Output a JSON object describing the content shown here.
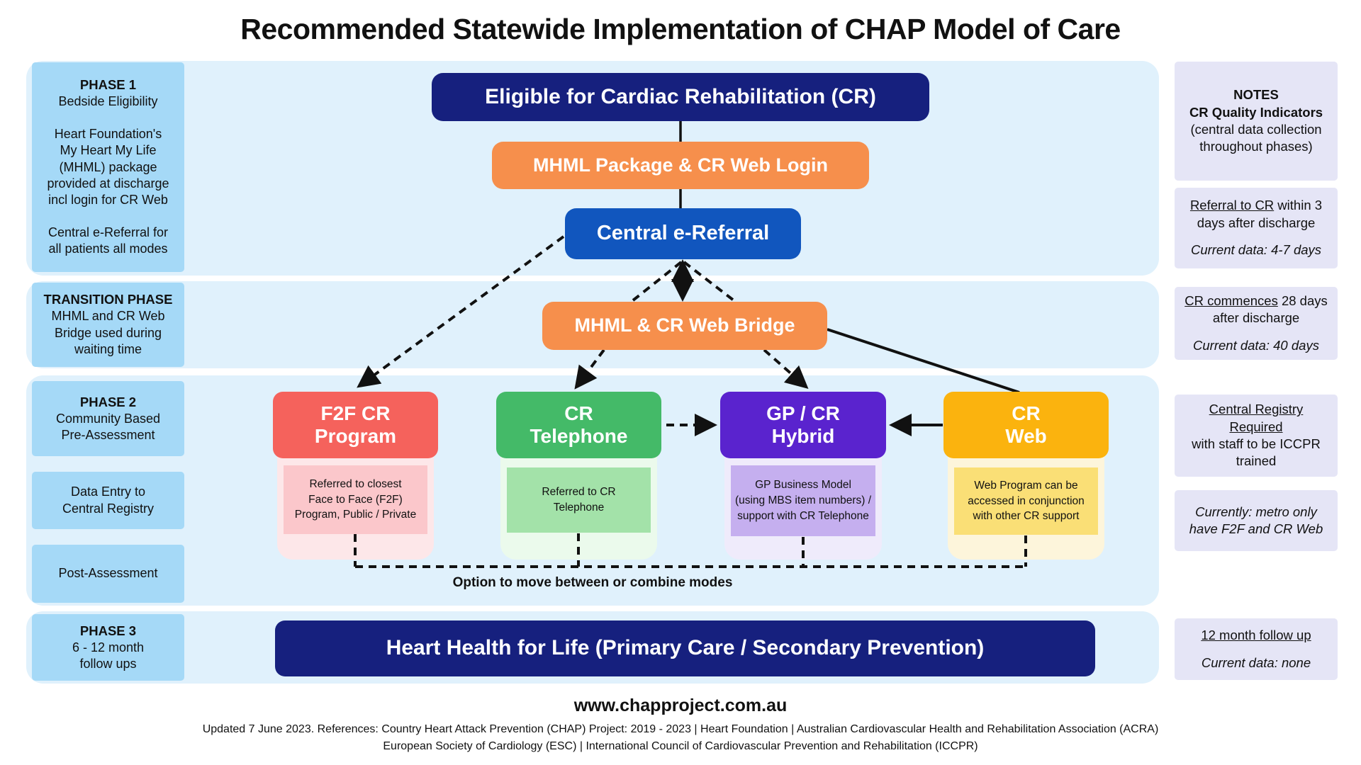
{
  "title": "Recommended Statewide Implementation of CHAP Model of Care",
  "colors": {
    "navy": "#16207E",
    "orange": "#F68F4C",
    "blue": "#1156BE",
    "red": "#F5625C",
    "green": "#44BA68",
    "purple": "#5A23CE",
    "amber": "#FBB30E",
    "band": "#E0F1FC",
    "sidebar": "#A5D9F7",
    "notesbg": "#E5E5F6",
    "pinkIn": "#FBC7CB",
    "pinkOut": "#FDE7E9",
    "greenIn": "#A3E2A9",
    "greenOut": "#EBFAEC",
    "purpleIn": "#C5AFEF",
    "purpleOut": "#EFEBFB",
    "amberIn": "#FADF76",
    "amberOut": "#FDF5DB"
  },
  "sidebar": {
    "phase1": {
      "heading": "PHASE 1",
      "line1": "Bedside Eligibility",
      "para1": "Heart Foundation's\nMy Heart My Life\n(MHML) package\nprovided at discharge\nincl login for CR Web",
      "para2": "Central e-Referral for\nall patients all modes"
    },
    "transition": {
      "heading": "TRANSITION PHASE",
      "body": "MHML and CR Web\nBridge used during\nwaiting time"
    },
    "phase2": {
      "heading": "PHASE 2",
      "body": "Community Based\nPre-Assessment"
    },
    "data_entry": {
      "body": "Data Entry to\nCentral Registry"
    },
    "post_assessment": {
      "body": "Post-Assessment"
    },
    "phase3": {
      "heading": "PHASE 3",
      "body": "6 - 12 month\nfollow ups"
    }
  },
  "flow": {
    "eligible": "Eligible for Cardiac Rehabilitation (CR)",
    "mhml_package": "MHML Package & CR Web Login",
    "central_ereferral": "Central e-Referral",
    "bridge": "MHML & CR Web Bridge",
    "modes": {
      "f2f": {
        "label": "F2F CR\nProgram",
        "detail": "Referred to closest\nFace to Face (F2F)\nProgram, Public / Private"
      },
      "telephone": {
        "label": "CR\nTelephone",
        "detail": "Referred to CR\nTelephone"
      },
      "hybrid": {
        "label": "GP / CR\nHybrid",
        "detail": "GP Business Model\n(using MBS item numbers) /\nsupport with CR Telephone"
      },
      "web": {
        "label": "CR\nWeb",
        "detail": "Web Program can be\naccessed in conjunction\nwith other CR support"
      }
    },
    "option_note": "Option to move between or combine modes",
    "heart_health": "Heart Health for Life (Primary Care / Secondary Prevention)"
  },
  "notes": {
    "header": {
      "line1": "NOTES",
      "line2": "CR Quality Indicators",
      "line3": "(central data collection\nthroughout phases)"
    },
    "referral": {
      "underlined": "Referral to CR",
      "rest": " within 3\ndays after discharge",
      "current": "Current data: 4-7 days"
    },
    "commence": {
      "underlined": "CR commences",
      "rest": " 28 days\nafter discharge",
      "current": "Current data: 40 days"
    },
    "registry": {
      "underlined": "Central Registry\nRequired",
      "rest": "with staff to be ICCPR\ntrained"
    },
    "metro": {
      "text": "Currently: metro only\nhave F2F and CR Web"
    },
    "followup": {
      "underlined": "12 month follow up",
      "current": "Current data: none"
    }
  },
  "footer": {
    "website": "www.chapproject.com.au",
    "line1": "Updated 7 June 2023. References: Country Heart Attack Prevention (CHAP) Project: 2019 - 2023 | Heart Foundation | Australian Cardiovascular Health and Rehabilitation Association (ACRA)",
    "line2": "European Society of Cardiology (ESC) |  International Council of Cardiovascular Prevention and Rehabilitation (ICCPR)"
  }
}
